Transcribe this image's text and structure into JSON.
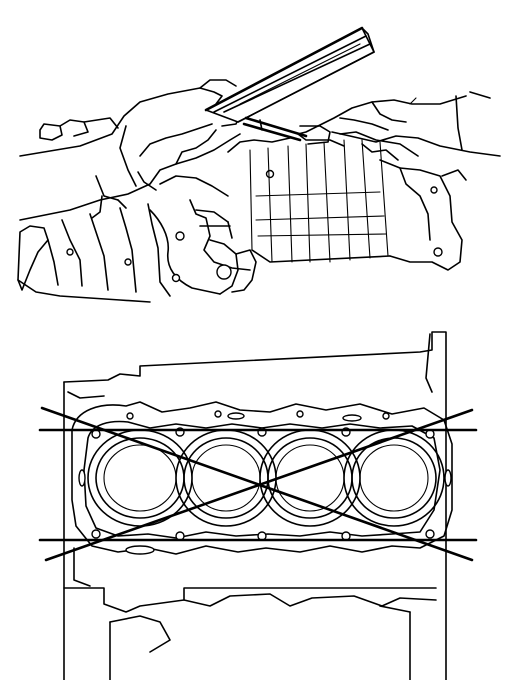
{
  "figure": {
    "panels": [
      {
        "id": "top",
        "subject": "flatness-measurement-with-straightedge-and-feeler-gauge"
      },
      {
        "id": "bottom",
        "subject": "cylinder-block-deck-measurement-directions"
      }
    ],
    "line_color": "#000000",
    "background": "#ffffff"
  }
}
